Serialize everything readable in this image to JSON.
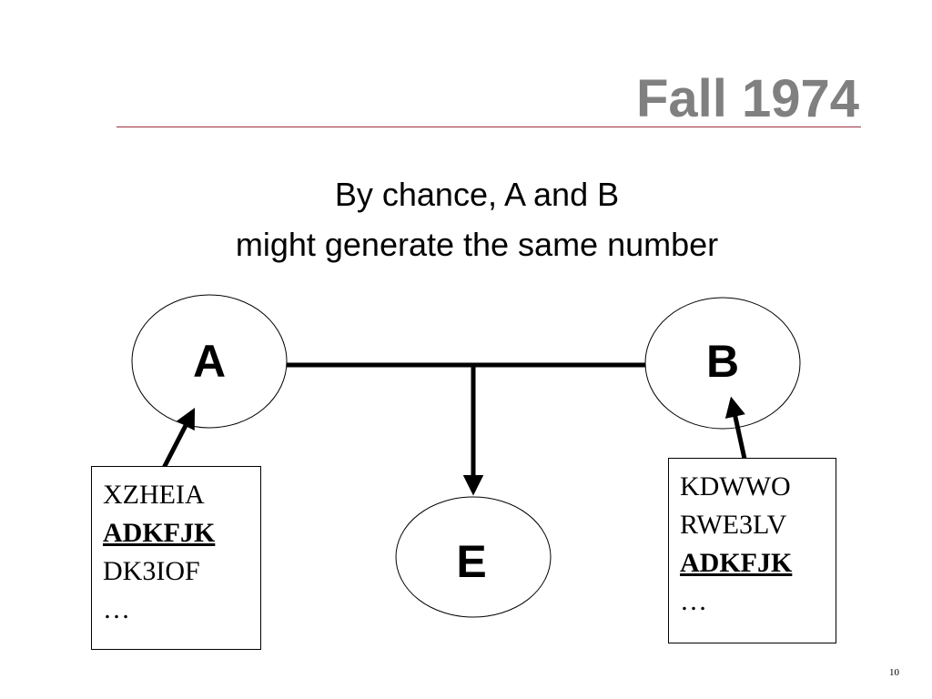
{
  "slide": {
    "title": "Fall 1974",
    "subtitle_line1": "By chance, A and B",
    "subtitle_line2": "might generate the same number",
    "page_number": "10"
  },
  "nodes": {
    "a": "A",
    "b": "B",
    "e": "E"
  },
  "boxes": {
    "a": [
      "XZHEIA",
      "ADKFJK",
      "DK3IOF",
      "…"
    ],
    "b": [
      "KDWWO",
      "RWE3LV",
      "ADKFJK",
      "…"
    ]
  },
  "highlighted_word": "ADKFJK",
  "colors": {
    "title": "#808080",
    "rule": "#a03040",
    "ink": "#000000"
  }
}
